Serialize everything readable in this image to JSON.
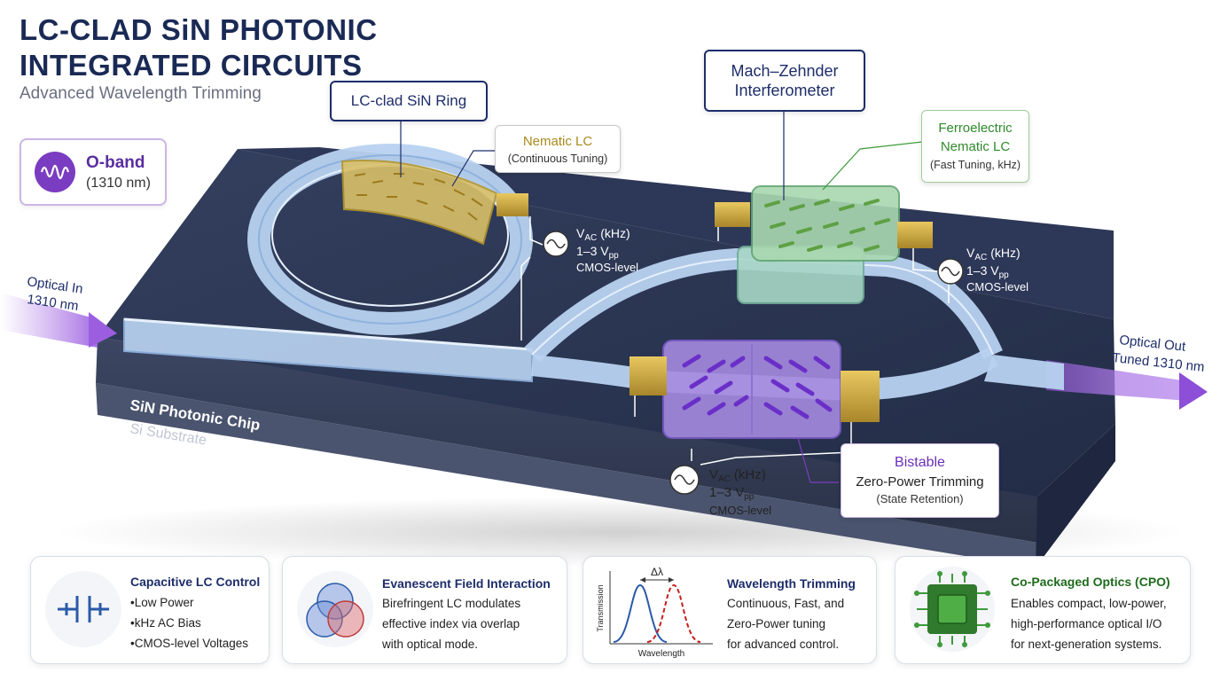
{
  "header": {
    "title_line1": "LC-CLAD SiN PHOTONIC",
    "title_line2": "INTEGRATED CIRCUITS",
    "subtitle": "Advanced Wavelength Trimming"
  },
  "band": {
    "label": "O-band",
    "wavelength": "(1310 nm)",
    "icon": "waveform-icon"
  },
  "callouts": {
    "ring": "LC-clad SiN Ring",
    "mzi_line1": "Mach–Zehnder",
    "mzi_line2": "Interferometer",
    "nematic_title": "Nematic LC",
    "nematic_sub": "(Continuous Tuning)",
    "ferro_line1": "Ferroelectric",
    "ferro_line2": "Nematic LC",
    "ferro_sub": "(Fast Tuning, kHz)",
    "bistable_title": "Bistable",
    "bistable_line2": "Zero-Power Trimming",
    "bistable_line3": "(State Retention)"
  },
  "drive": {
    "v_main": "V",
    "v_sub": "AC",
    "v_unit": "(kHz)",
    "amplitude_main": "1–3 V",
    "amplitude_sub": "pp",
    "level": "CMOS-level"
  },
  "io": {
    "in_line1": "Optical In",
    "in_line2": "1310 nm",
    "out_line1": "Optical Out",
    "out_line2": "Tuned 1310 nm"
  },
  "chip": {
    "layer1": "SiN Photonic Chip",
    "layer2": "Si Substrate"
  },
  "cards": [
    {
      "title": "Capacitive LC Control",
      "items": [
        "Low Power",
        "kHz AC Bias",
        "CMOS-level Voltages"
      ],
      "icon": "capacitor-icon"
    },
    {
      "title": "Evanescent Field Interaction",
      "lines": [
        "Birefringent LC modulates",
        "effective index via overlap",
        "with optical mode."
      ],
      "icon": "venn-overlap-icon"
    },
    {
      "title": "Wavelength Trimming",
      "lines": [
        "Continuous, Fast, and",
        "Zero-Power tuning",
        "for advanced control."
      ],
      "icon": "spectrum-shift-icon",
      "plot": {
        "delta": "Δλ",
        "xlabel": "Wavelength",
        "ylabel": "Transmission"
      }
    },
    {
      "title": "Co-Packaged Optics (CPO)",
      "lines": [
        "Enables compact, low-power,",
        "high-performance optical I/O",
        "for next-generation systems."
      ],
      "icon": "chip-package-icon"
    }
  ],
  "colors": {
    "title": "#1a2a55",
    "chip_top": "#2a3654",
    "waveguide": "#b8d2f0",
    "nematic": "#c8a93c",
    "ferro": "#3f9a3c",
    "bistable": "#7a3cc0",
    "electrode": "#c9a53a"
  }
}
